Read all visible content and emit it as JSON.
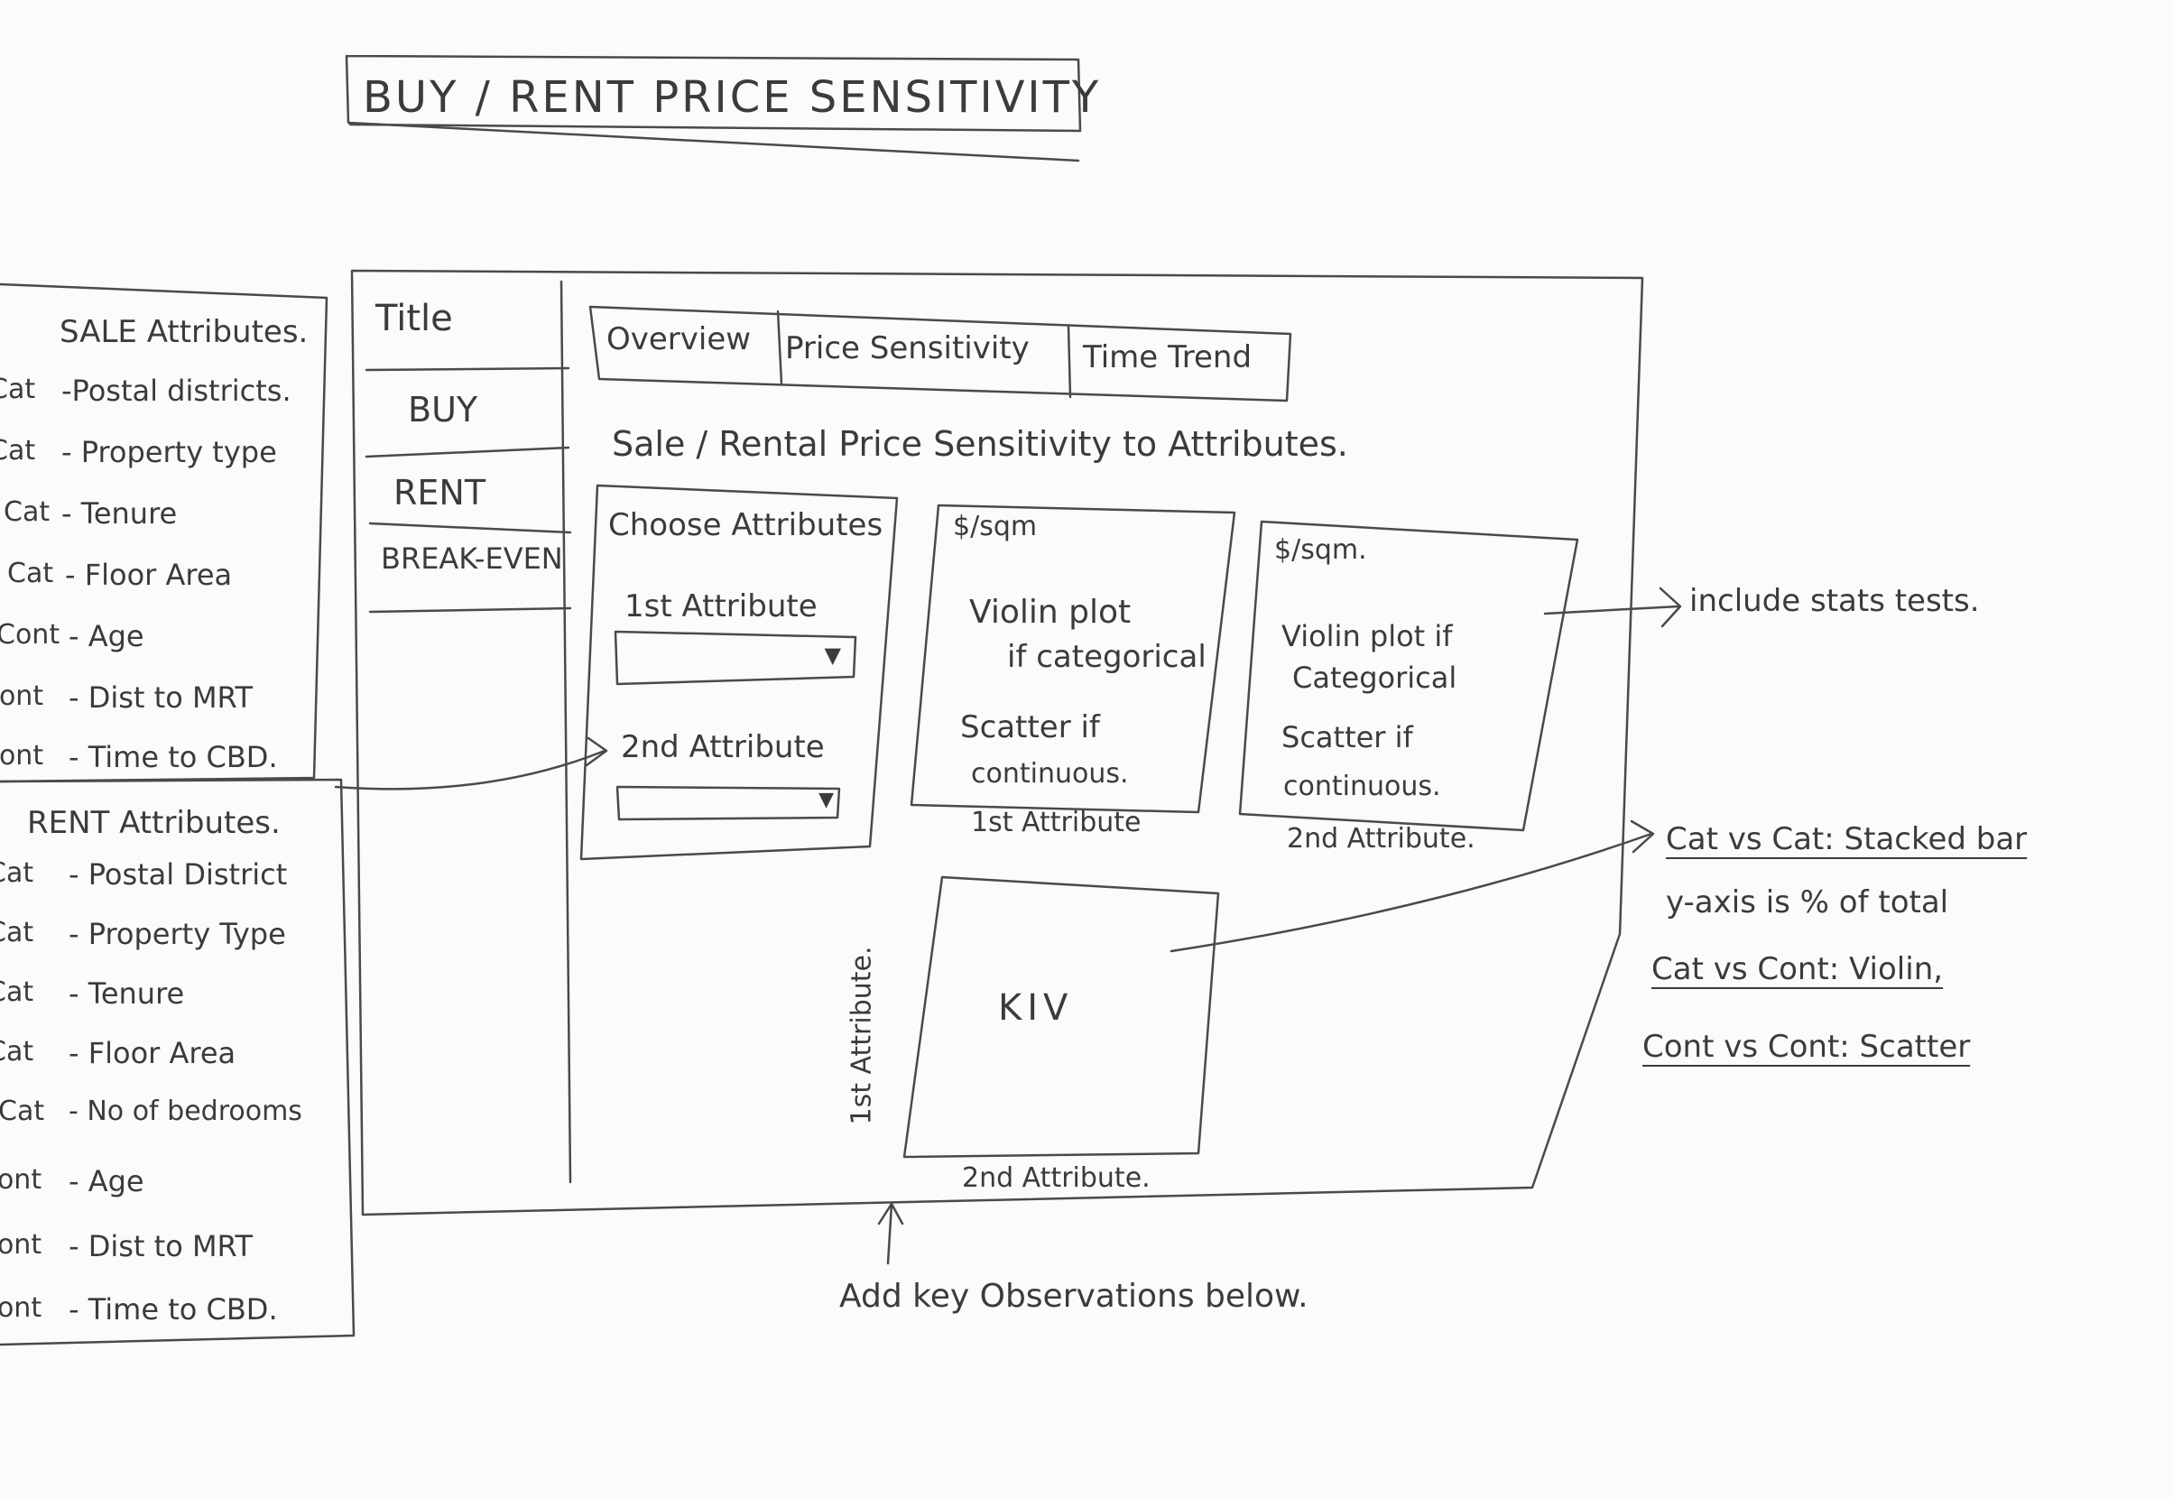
{
  "page_title": "BUY / RENT PRICE SENSITIVITY",
  "sale_panel": {
    "heading": "SALE Attributes.",
    "items": [
      {
        "type": "Cat",
        "label": "-Postal districts."
      },
      {
        "type": "Cat",
        "label": "- Property type"
      },
      {
        "type": "Cat",
        "label": "- Tenure"
      },
      {
        "type": "Cat",
        "label": "- Floor Area"
      },
      {
        "type": "Cont",
        "label": "- Age"
      },
      {
        "type": "Cont",
        "label": "- Dist to MRT"
      },
      {
        "type": "Cont",
        "label": "- Time to CBD."
      }
    ]
  },
  "rent_panel": {
    "heading": "RENT Attributes.",
    "items": [
      {
        "type": "Cat",
        "label": "- Postal District"
      },
      {
        "type": "Cat",
        "label": "- Property Type"
      },
      {
        "type": "Cat",
        "label": "- Tenure"
      },
      {
        "type": "Cat",
        "label": "- Floor Area"
      },
      {
        "type": "Cat",
        "label": "- No of bedrooms"
      },
      {
        "type": "Cont",
        "label": "- Age"
      },
      {
        "type": "Cont",
        "label": "- Dist to MRT"
      },
      {
        "type": "Cont",
        "label": "- Time to CBD."
      }
    ]
  },
  "sidebar": {
    "title": "Title",
    "items": [
      "BUY",
      "RENT",
      "BREAK-EVEN"
    ]
  },
  "tabs": [
    "Overview",
    "Price Sensitivity",
    "Time Trend"
  ],
  "main_heading": "Sale / Rental Price Sensitivity to Attributes.",
  "selector_panel": {
    "title": "Choose Attributes",
    "first_label": "1st Attribute",
    "second_label": "2nd Attribute",
    "dropdown_glyph": "▼"
  },
  "plot1": {
    "ylabel": "$/sqm",
    "line1": "Violin plot",
    "line2": "if categorical",
    "line3": "Scatter if",
    "line4": "continuous.",
    "xlabel": "1st Attribute"
  },
  "plot2": {
    "ylabel": "$/sqm.",
    "line1": "Violin plot if",
    "line2": "Categorical",
    "line3": "Scatter if",
    "line4": "continuous.",
    "xlabel": "2nd Attribute."
  },
  "plot3": {
    "center": "KIV",
    "ylabel": "1st Attribute.",
    "xlabel": "2nd Attribute."
  },
  "notes": {
    "stats": "include stats tests.",
    "cat_cat": "Cat vs Cat: Stacked bar",
    "yaxis": "y-axis is % of total",
    "cat_cont": "Cat vs Cont: Violin,",
    "cont_cont": "Cont vs Cont: Scatter",
    "observations": "Add key Observations below."
  },
  "colors": {
    "pencil": "#4a4a4a",
    "paper": "#fbfbfa"
  }
}
